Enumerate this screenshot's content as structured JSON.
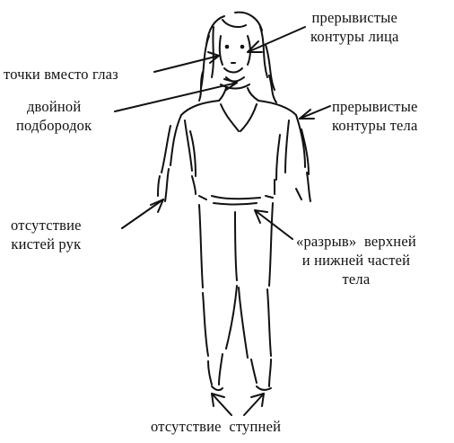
{
  "labels": {
    "face_contours": [
      "прерывистые",
      "контуры лица"
    ],
    "eyes": "точки вместо глаз",
    "chin": [
      "двойной",
      "подбородок"
    ],
    "body_contours": [
      "прерывистые",
      "контуры тела"
    ],
    "hands": [
      "отсутствие",
      "кистей рук"
    ],
    "gap": [
      "«разрыв»  верхней",
      "и нижней частей",
      "тела"
    ],
    "feet": "отсутствие  ступней"
  },
  "colors": {
    "ink": "#111111",
    "background": "#ffffff"
  }
}
